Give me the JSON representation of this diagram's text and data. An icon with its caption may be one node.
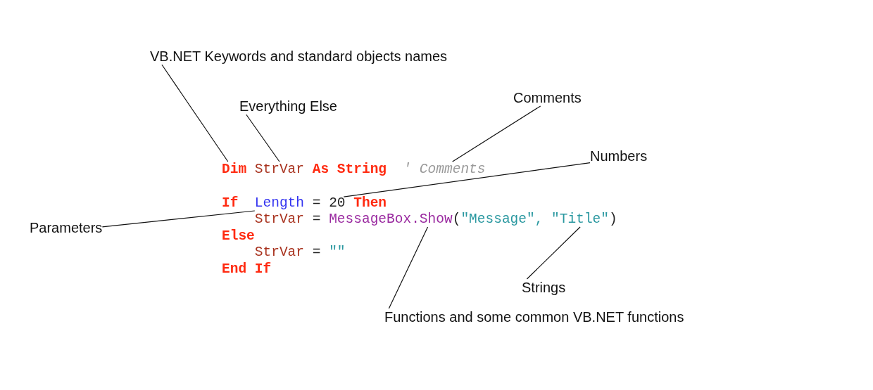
{
  "diagram": {
    "nodes": [
      {
        "text": [
          "VB.NET Keywords and standard objects names"
        ]
      },
      {
        "text": [
          "Everything Else"
        ]
      },
      {
        "text": [
          "Comments"
        ]
      },
      {
        "text": [
          "Numbers"
        ]
      },
      {
        "text": [
          "Parameters"
        ]
      },
      {
        "text": [
          "Strings"
        ]
      },
      {
        "text": [
          "Functions and some common VB.NET functions"
        ]
      },
      {
        "text": [
          "Dim"
        ]
      },
      {
        "text": [
          "StrVar"
        ]
      },
      {
        "text": [
          "' Comments"
        ]
      },
      {
        "text": [
          "Length"
        ]
      },
      {
        "text": [
          "20"
        ]
      },
      {
        "text": [
          "MessageBox.Show"
        ]
      },
      {
        "text": [
          "\"Title\""
        ]
      }
    ],
    "edges": [
      {
        "from": 0,
        "to": 7,
        "arrow": "none"
      },
      {
        "from": 1,
        "to": 8,
        "arrow": "none"
      },
      {
        "from": 2,
        "to": 9,
        "arrow": "none"
      },
      {
        "from": 3,
        "to": 11,
        "arrow": "none"
      },
      {
        "from": 4,
        "to": 10,
        "arrow": "none"
      },
      {
        "from": 5,
        "to": 13,
        "arrow": "none"
      },
      {
        "from": 6,
        "to": 12,
        "arrow": "none"
      }
    ],
    "labels": [
      "As",
      "String",
      "If",
      "=",
      "Then",
      "StrVar",
      "=",
      "(",
      "\"Message\",",
      ")",
      "Else",
      "StrVar",
      "=",
      "\"\"",
      "End If"
    ]
  }
}
